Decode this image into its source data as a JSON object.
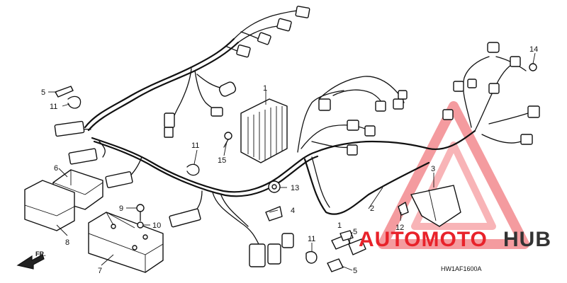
{
  "callouts": {
    "c1": "1",
    "c2": "2",
    "c3": "3",
    "c4": "4",
    "c5a": "5",
    "c5b": "5",
    "c5c": "5",
    "c6": "6",
    "c7": "7",
    "c8": "8",
    "c9": "9",
    "c10": "10",
    "c11a": "11",
    "c11b": "11",
    "c11c": "11",
    "c12": "12",
    "c13": "13",
    "c14": "14",
    "c15": "15"
  },
  "direction_label": "FR.",
  "diagram_code": "HW1AF1600A",
  "watermark": {
    "part1": "AUTOMOTO",
    "part2": "HUB",
    "color_red": "#e8222a",
    "color_dark": "#333333"
  }
}
